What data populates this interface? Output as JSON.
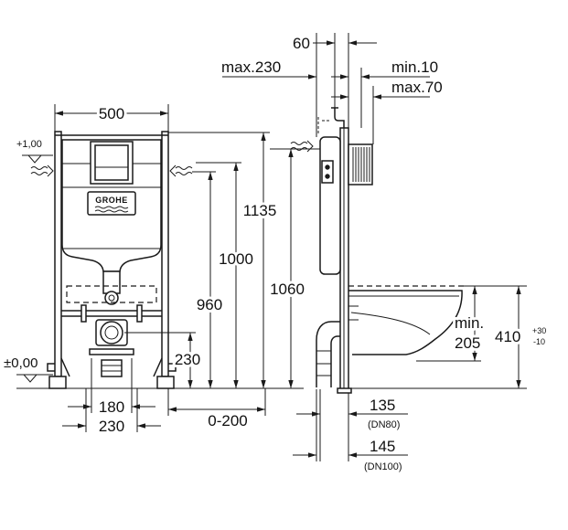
{
  "front_view": {
    "width": "500",
    "level_top": "+1,00",
    "level_floor": "±0,00",
    "logo": "GROHE",
    "height_1135": "1135",
    "height_1000": "1000",
    "height_960": "960",
    "height_1060": "1060",
    "height_230": "230",
    "spacing_180": "180",
    "spacing_230": "230",
    "offset": "0-200"
  },
  "side_view": {
    "dim_60": "60",
    "dim_max230": "max.230",
    "dim_min10": "min.10",
    "dim_max70": "max.70",
    "dim_min": "min.",
    "dim_205": "205",
    "dim_410": "410",
    "tolerance_plus": "+30",
    "tolerance_minus": "-10",
    "pipe_135": "135",
    "pipe_135_dn": "(DN80)",
    "pipe_145": "145",
    "pipe_145_dn": "(DN100)"
  }
}
